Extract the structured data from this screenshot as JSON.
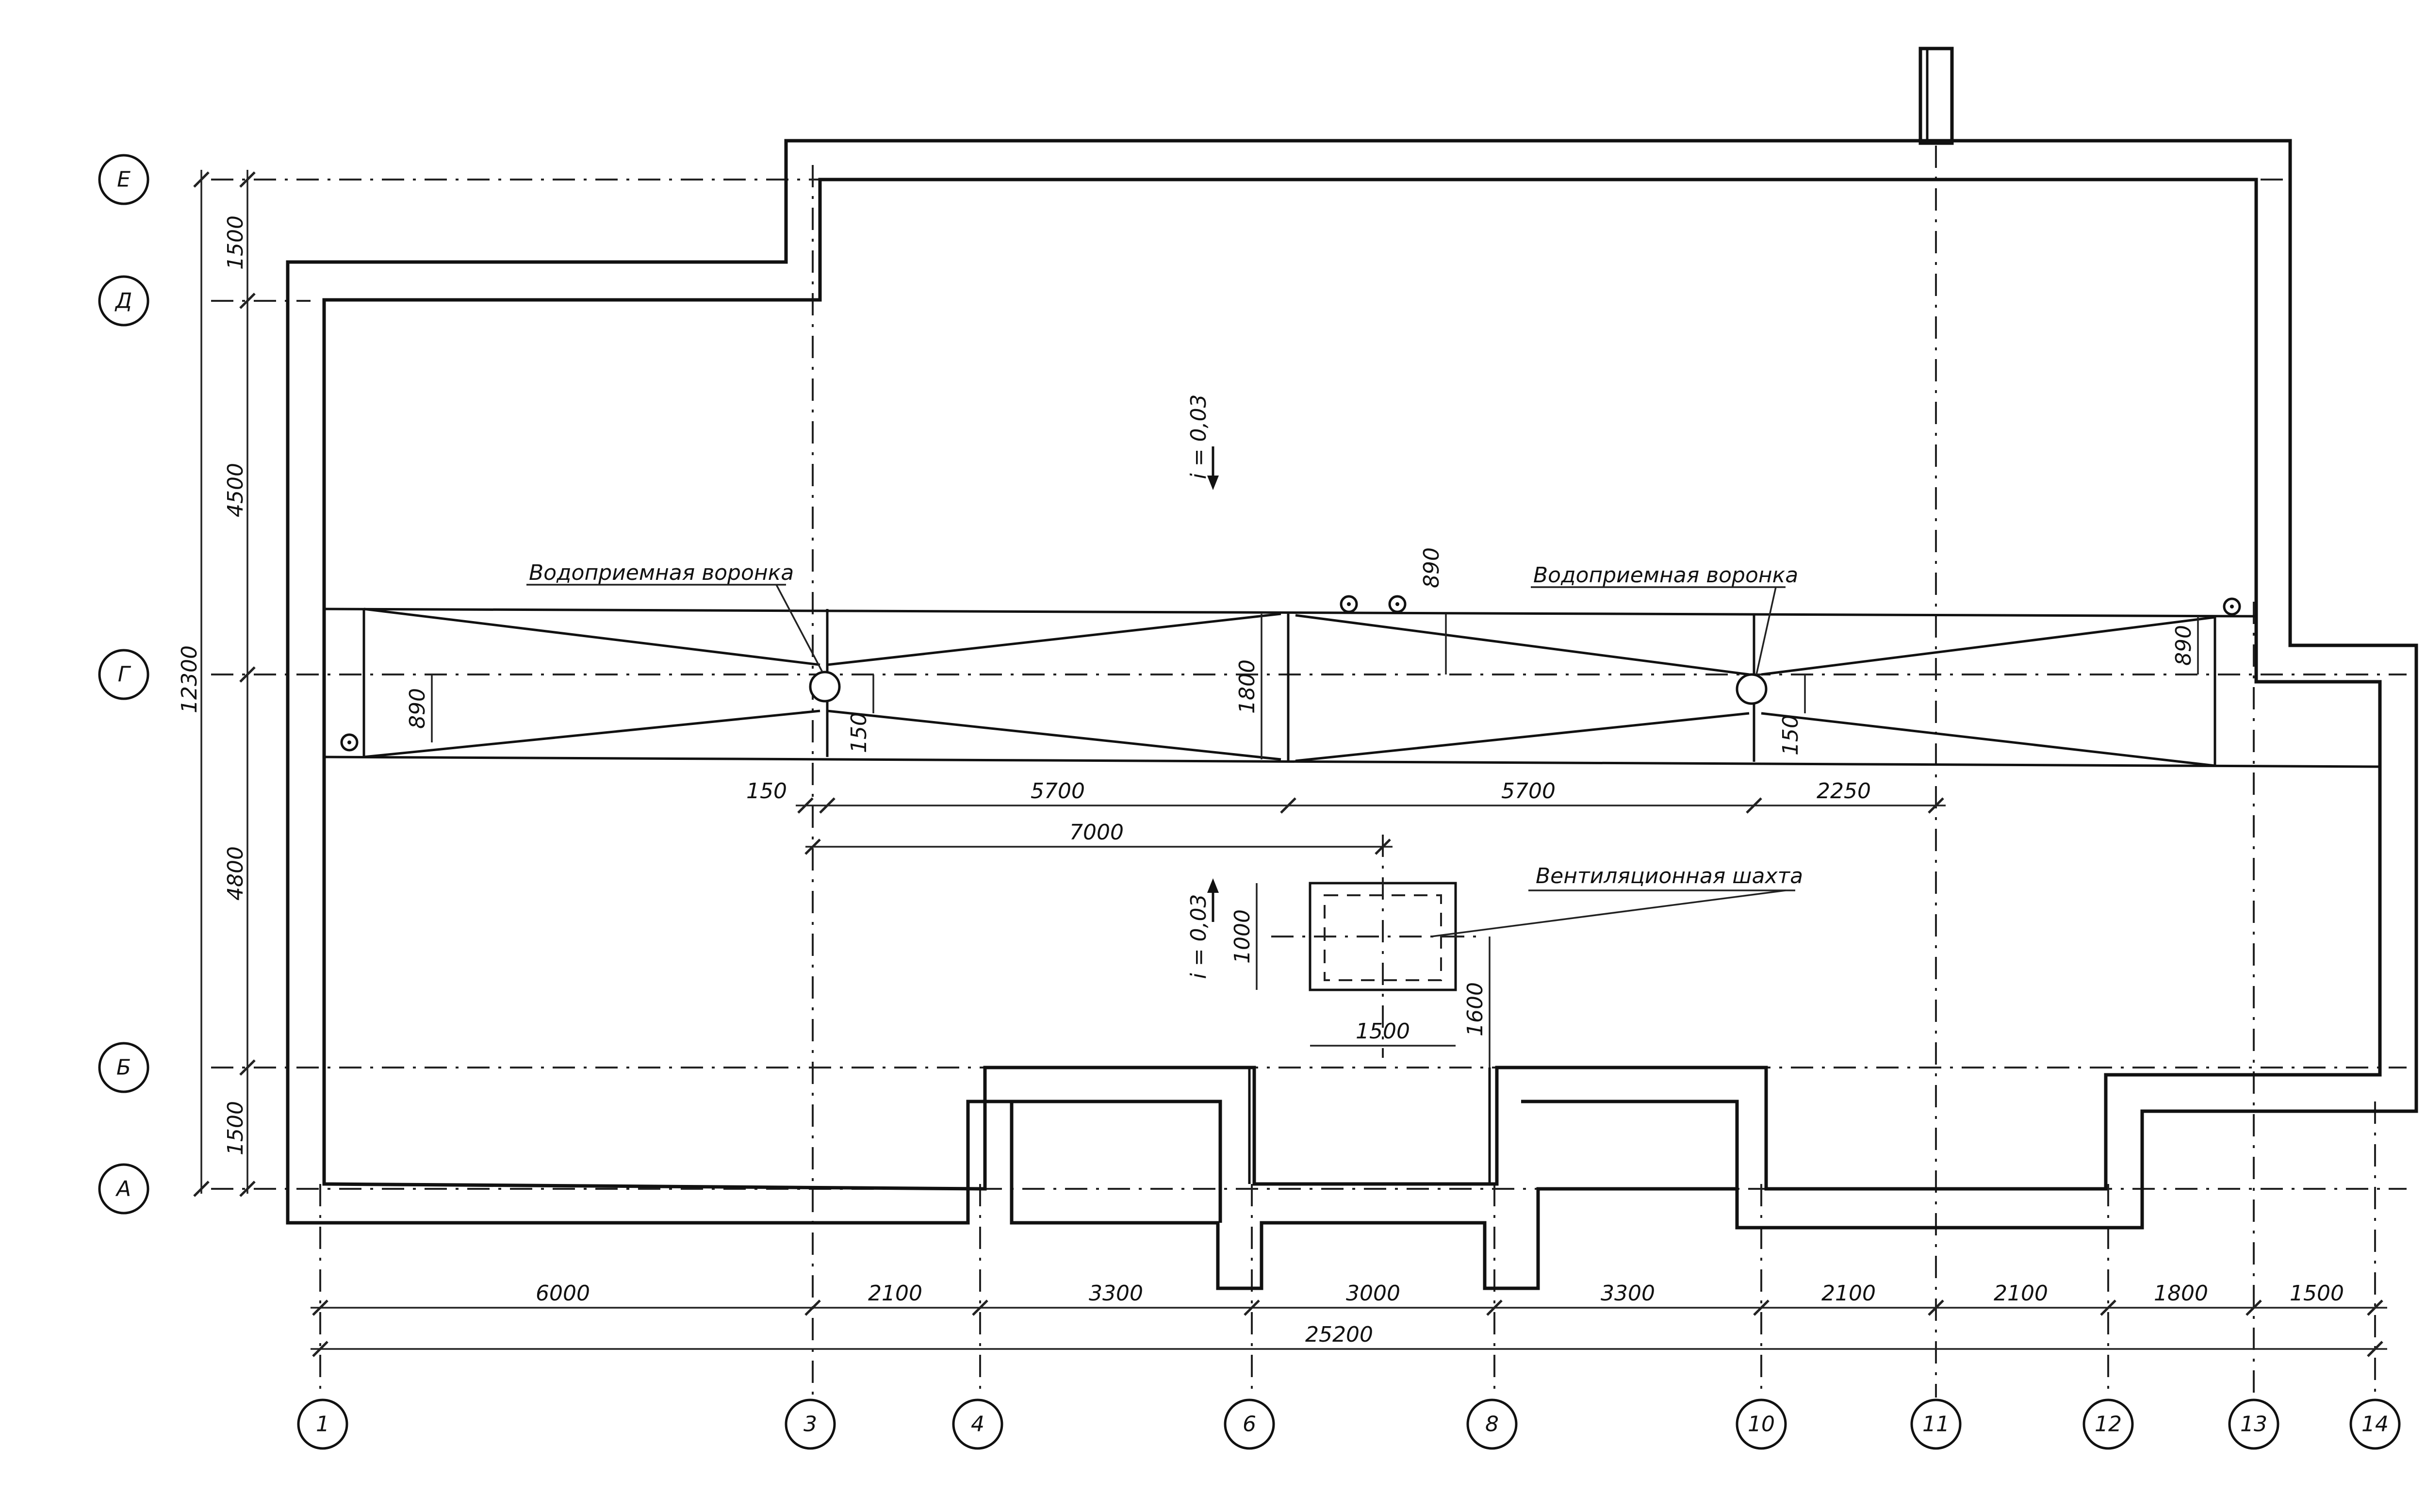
{
  "axes_rows": [
    "Е",
    "Д",
    "Г",
    "Б",
    "А"
  ],
  "axes_cols": [
    "1",
    "3",
    "4",
    "6",
    "8",
    "10",
    "11",
    "12",
    "13",
    "14"
  ],
  "left_dims": {
    "total": "12300",
    "seg_ED": "1500",
    "seg_DG": "4500",
    "seg_GB": "4800",
    "seg_BA": "1500"
  },
  "bottom_dims": {
    "d1_3": "6000",
    "d3_4": "2100",
    "d4_6": "3300",
    "d6_8": "3000",
    "d8_10": "3300",
    "d10_11": "2100",
    "d11_12": "2100",
    "d12_13": "1800",
    "d13_14": "1500",
    "total": "25200"
  },
  "gutter_dims": {
    "d150": "150",
    "d5700a": "5700",
    "d5700b": "5700",
    "d2250": "2250",
    "d7000": "7000",
    "d890_left": "890",
    "d890_top": "890",
    "d890_right": "890",
    "d1800": "1800",
    "d150_left": "150",
    "d150_right": "150"
  },
  "shaft_dims": {
    "w": "1500",
    "h": "1000",
    "offset": "1600"
  },
  "labels": {
    "funnel_left": "Водоприемная воронка",
    "funnel_right": "Водоприемная воронка",
    "vent_shaft": "Вентиляционная шахта",
    "slope_top": "i = 0,03",
    "slope_bottom": "i = 0,03"
  }
}
